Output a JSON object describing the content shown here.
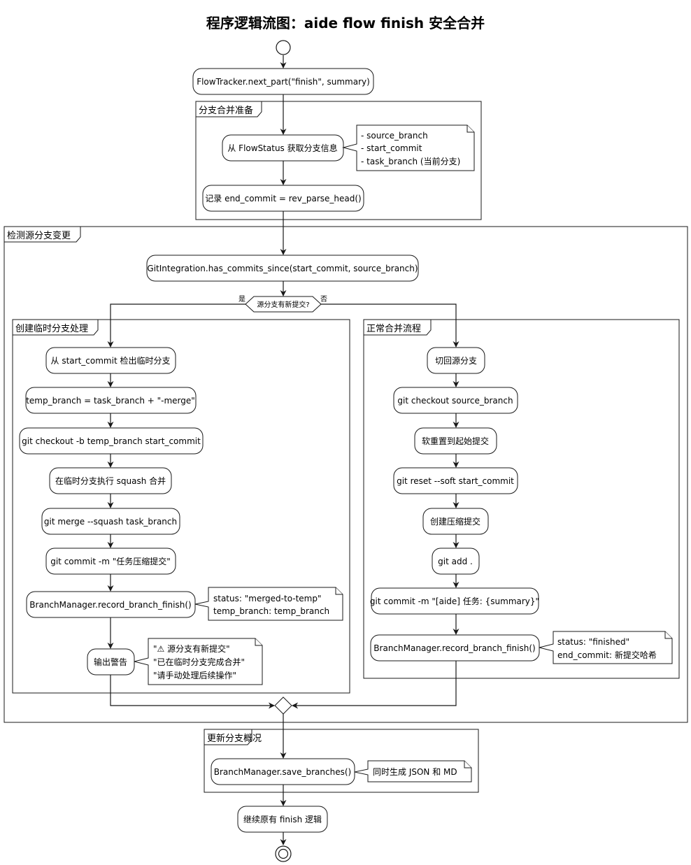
{
  "title": "程序逻辑流图：aide flow finish 安全合并",
  "partitions": {
    "prep": "分支合并准备",
    "detect": "检测源分支变更",
    "temp": "创建临时分支处理",
    "normal": "正常合并流程",
    "update": "更新分支概况"
  },
  "steps": {
    "next_part": "FlowTracker.next_part(\"finish\", summary)",
    "get_info": "从 FlowStatus 获取分支信息",
    "record_end": "记录 end_commit = rev_parse_head()",
    "has_commits": "GitIntegration.has_commits_since(start_commit, source_branch)",
    "t1": "从 start_commit 检出临时分支",
    "t2": "temp_branch = task_branch + \"-merge\"",
    "t3": "git checkout -b temp_branch start_commit",
    "t4": "在临时分支执行 squash 合并",
    "t5": "git merge --squash task_branch",
    "t6": "git commit -m \"任务压缩提交\"",
    "t7": "BranchManager.record_branch_finish()",
    "t8": "输出警告",
    "n1": "切回源分支",
    "n2": "git checkout source_branch",
    "n3": "软重置到起始提交",
    "n4": "git reset --soft start_commit",
    "n5": "创建压缩提交",
    "n6": "git add .",
    "n7": "git commit -m \"[aide] 任务: {summary}\"",
    "n8": "BranchManager.record_branch_finish()",
    "save": "BranchManager.save_branches()",
    "continue": "继续原有 finish 逻辑"
  },
  "decision": {
    "label": "源分支有新提交?",
    "yes": "是",
    "no": "否"
  },
  "notes": {
    "branch_info": [
      "- source_branch",
      "- start_commit",
      "- task_branch (当前分支)"
    ],
    "temp_status": [
      "status: \"merged-to-temp\"",
      "temp_branch: temp_branch"
    ],
    "warning": [
      "\"⚠ 源分支有新提交\"",
      "\"已在临时分支完成合并\"",
      "\"请手动处理后续操作\""
    ],
    "finished_status": [
      "status: \"finished\"",
      "end_commit: 新提交哈希"
    ],
    "save_note": [
      "同时生成 JSON 和 MD"
    ]
  }
}
